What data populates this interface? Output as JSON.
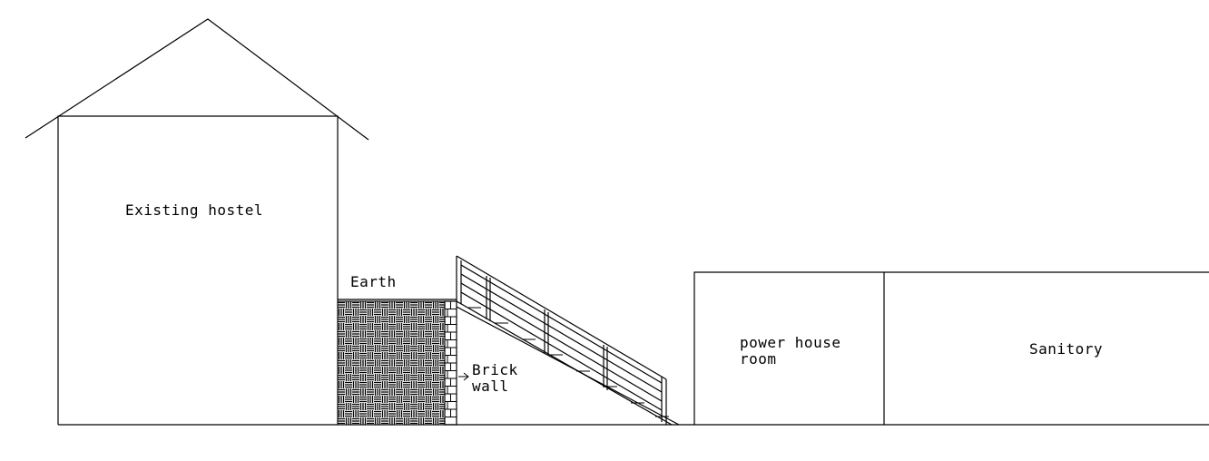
{
  "labels": {
    "hostel": "Existing hostel",
    "earth": "Earth",
    "brick_line1": "Brick",
    "brick_line2": "wall",
    "power_line1": "power house",
    "power_line2": "room",
    "sanitory": "Sanitory"
  },
  "colors": {
    "stroke": "#000000",
    "background": "#ffffff"
  }
}
